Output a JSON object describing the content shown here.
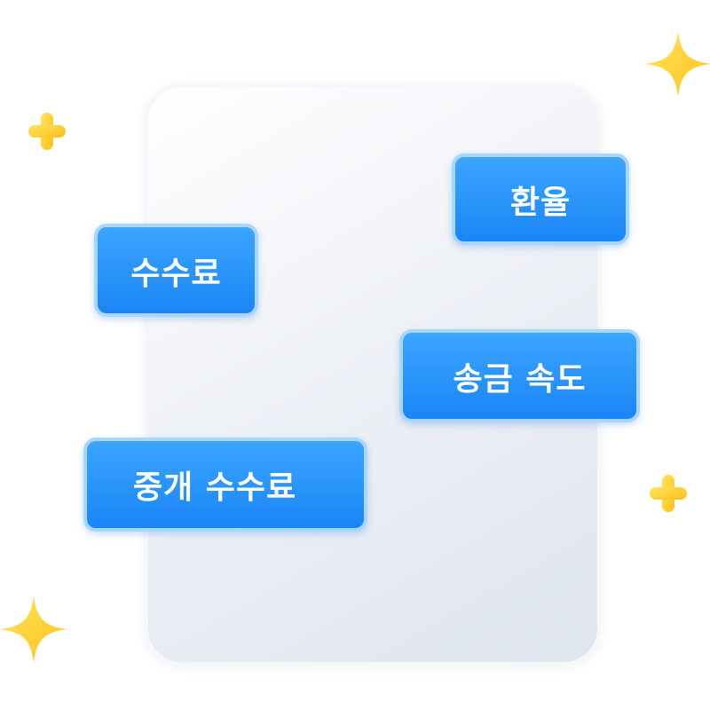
{
  "tags": {
    "exchange_rate": "환율",
    "fee": "수수료",
    "transfer_speed": "송금 속도",
    "intermediary_fee": "중개 수수료"
  },
  "colors": {
    "tag_fill": "#1a85f5",
    "tag_border": "#a9d6ff",
    "sparkle": "#ffd23a"
  },
  "icons": [
    "sparkle-icon",
    "plus-sparkle-icon"
  ]
}
